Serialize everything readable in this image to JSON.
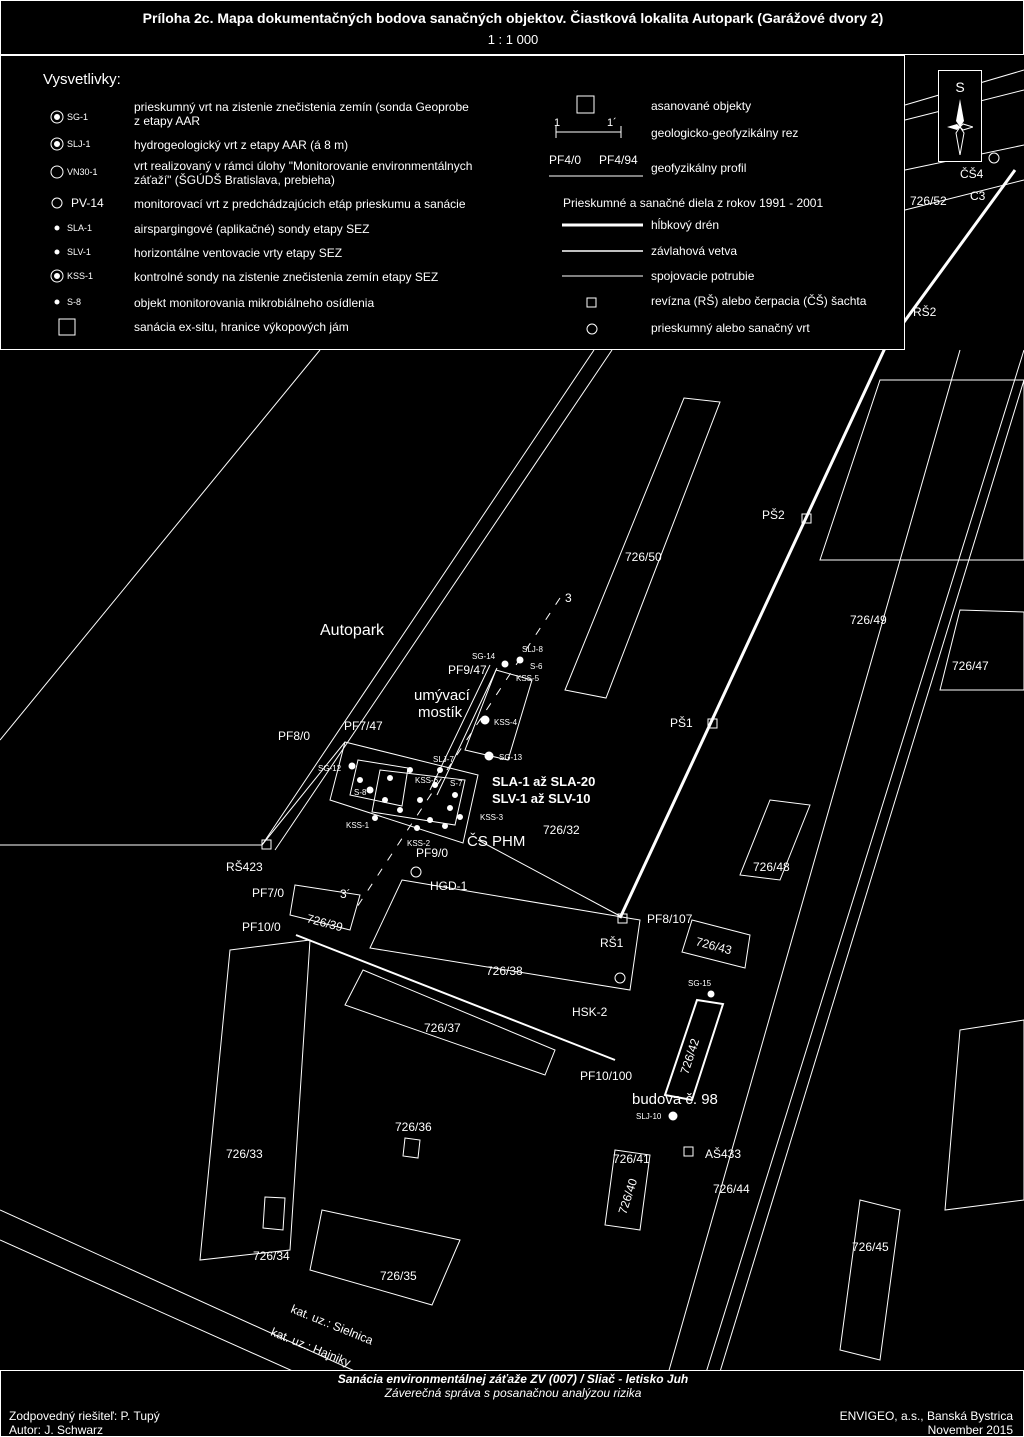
{
  "header": {
    "title": "Príloha 2c. Mapa dokumentačných bodova sanačných objektov. Čiastková lokalita Autopark (Garážové dvory 2)",
    "scale": "1 : 1 000"
  },
  "legend": {
    "heading": "Vysvetlivky:",
    "left_items": [
      {
        "symbol": "SG-1",
        "text1": "prieskumný vrt na zistenie znečistenia zemín (sonda Geoprobe",
        "text2": "z etapy AAR"
      },
      {
        "symbol": "SLJ-1",
        "text1": "hydrogeologický vrt z etapy AAR (á 8 m)",
        "text2": ""
      },
      {
        "symbol": "VN30-1",
        "text1": "vrt realizovaný v rámci úlohy \"Monitorovanie  environmentálnych",
        "text2": "záťaží\" (ŠGÚDŠ Bratislava, prebieha)"
      },
      {
        "symbol": "PV-14",
        "text1": "monitorovací vrt z predchádzajúcich etáp prieskumu a sanácie",
        "text2": ""
      },
      {
        "symbol": "SLA-1",
        "text1": "airspargingové (aplikačné) sondy etapy SEZ",
        "text2": ""
      },
      {
        "symbol": "SLV-1",
        "text1": "horizontálne ventovacie vrty etapy SEZ",
        "text2": ""
      },
      {
        "symbol": "KSS-1",
        "text1": "kontrolné sondy na zistenie znečistenia zemín etapy SEZ",
        "text2": ""
      },
      {
        "symbol": "S-8",
        "text1": "objekt monitorovania mikrobiálneho osídlenia",
        "text2": ""
      },
      {
        "symbol": "",
        "text1": "sanácia ex-situ, hranice výkopových jám",
        "text2": ""
      }
    ],
    "right_items": [
      {
        "text": "asanované objekty"
      },
      {
        "text": "geologicko-geofyzikálny rez"
      },
      {
        "text": "geofyzikálny profil"
      },
      {
        "text": "Prieskumné a sanačné diela z rokov 1991 - 2001"
      },
      {
        "text": "hĺbkový drén"
      },
      {
        "text": "závlahová vetva"
      },
      {
        "text": "spojovacie potrubie"
      },
      {
        "text": "revízna (RŠ) alebo čerpacia (ČŠ) šachta"
      },
      {
        "text": "prieskumný alebo sanačný vrt"
      }
    ],
    "rez_labels": [
      "1",
      "1´"
    ],
    "profile_labels": [
      "PF4/0",
      "PF4/94"
    ]
  },
  "north": "S",
  "map_labels": {
    "autopark": "Autopark",
    "umyvaci": "umývací",
    "mostik": "mostík",
    "cs_phm": "ČS PHM",
    "sla": "SLA-1 až SLA-20",
    "slv": "SLV-1 až SLV-10",
    "budova": "budova č. 98",
    "rez3": "3",
    "rez3b": "3´",
    "kat1": "kat. uz.: Sielnica",
    "kat2": "kat. uz.: Hajniky"
  },
  "parcels": [
    "726/52",
    "726/50",
    "726/49",
    "726/47",
    "726/32",
    "726/48",
    "726/39",
    "726/43",
    "726/38",
    "726/37",
    "726/42",
    "726/36",
    "726/33",
    "726/41",
    "726/40",
    "726/44",
    "726/45",
    "726/34",
    "726/35"
  ],
  "points": [
    "ČŠ4",
    "C3",
    "RŠ2",
    "PŠ2",
    "PF9/47",
    "PF7/47",
    "PF8/0",
    "PŠ1",
    "RŠ423",
    "PF7/0",
    "PF10/0",
    "PF9/0",
    "HGD-1",
    "PF8/107",
    "RŠ1",
    "HSK-2",
    "PF10/100",
    "AŠ433",
    "SG-14",
    "SLJ-8",
    "S-6",
    "KSS-5",
    "KSS-4",
    "SG-13",
    "SLJ-7",
    "SG-12",
    "S-8",
    "KSS-6",
    "S-7",
    "KSS-1",
    "KSS-2",
    "KSS-3",
    "SG-15",
    "SLJ-10"
  ],
  "footer": {
    "project": "Sanácia environmentálnej záťaže ZV (007) / Sliač - letisko Juh",
    "report": "Záverečná správa s posanačnou analýzou rizika",
    "responsible": "Zodpovedný riešiteľ: P. Tupý",
    "author": "Autor: J. Schwarz",
    "company": "ENVIGEO, a.s., Banská Bystrica",
    "date": "November 2015"
  }
}
